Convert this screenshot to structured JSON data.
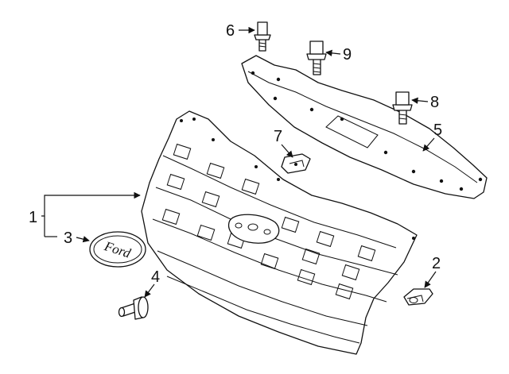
{
  "diagram": {
    "callouts": [
      "1",
      "2",
      "3",
      "4",
      "5",
      "6",
      "7",
      "8",
      "9"
    ],
    "emblem_text": "Ford"
  },
  "colors": {
    "line": "#111111",
    "background": "#ffffff"
  }
}
